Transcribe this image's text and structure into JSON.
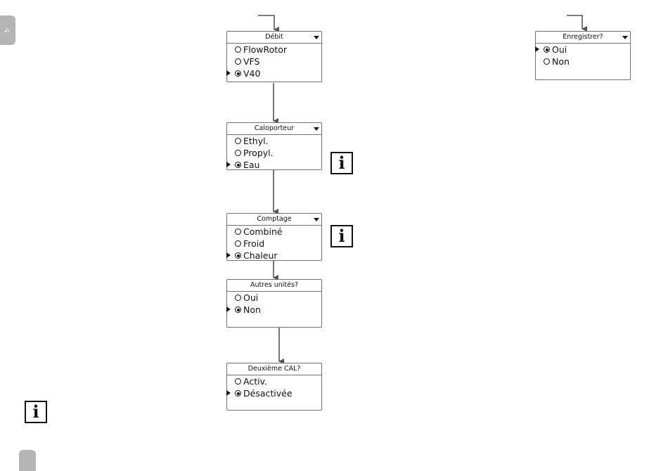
{
  "side_tab_label": "fr",
  "menus": {
    "debit": {
      "title": "Débit",
      "options": [
        {
          "label": "FlowRotor",
          "selected": false
        },
        {
          "label": "VFS",
          "selected": false
        },
        {
          "label": "V40",
          "selected": true
        }
      ]
    },
    "caloporteur": {
      "title": "Caloporteur",
      "options": [
        {
          "label": "Ethyl.",
          "selected": false
        },
        {
          "label": "Propyl.",
          "selected": false
        },
        {
          "label": "Eau",
          "selected": true
        }
      ]
    },
    "comptage": {
      "title": "Comptage",
      "options": [
        {
          "label": "Combiné",
          "selected": false
        },
        {
          "label": "Froid",
          "selected": false
        },
        {
          "label": "Chaleur",
          "selected": true
        }
      ]
    },
    "autres_unites": {
      "title": "Autres unités?",
      "options": [
        {
          "label": "Oui",
          "selected": false
        },
        {
          "label": "Non",
          "selected": true
        }
      ]
    },
    "deuxieme_cal": {
      "title": "Deuxième CAL?",
      "options": [
        {
          "label": "Activ.",
          "selected": false
        },
        {
          "label": "Désactivée",
          "selected": true
        }
      ]
    },
    "enregistrer": {
      "title": "Enregistrer?",
      "options": [
        {
          "label": "Oui",
          "selected": true
        },
        {
          "label": "Non",
          "selected": false
        }
      ]
    }
  },
  "info_icon_glyph": "i",
  "colors": {
    "connector": "#555555",
    "menu_border": "#707070",
    "tab_gray": "#b5b5b5"
  }
}
